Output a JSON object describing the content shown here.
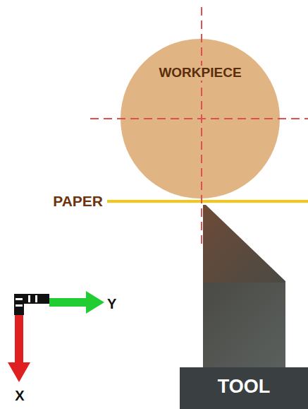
{
  "diagram": {
    "nodes": [
      {
        "text": [
          "WORKPIECE"
        ]
      },
      {
        "text": [
          "TOOL"
        ]
      }
    ],
    "labels": [
      "PAPER",
      "Y",
      "X"
    ]
  }
}
